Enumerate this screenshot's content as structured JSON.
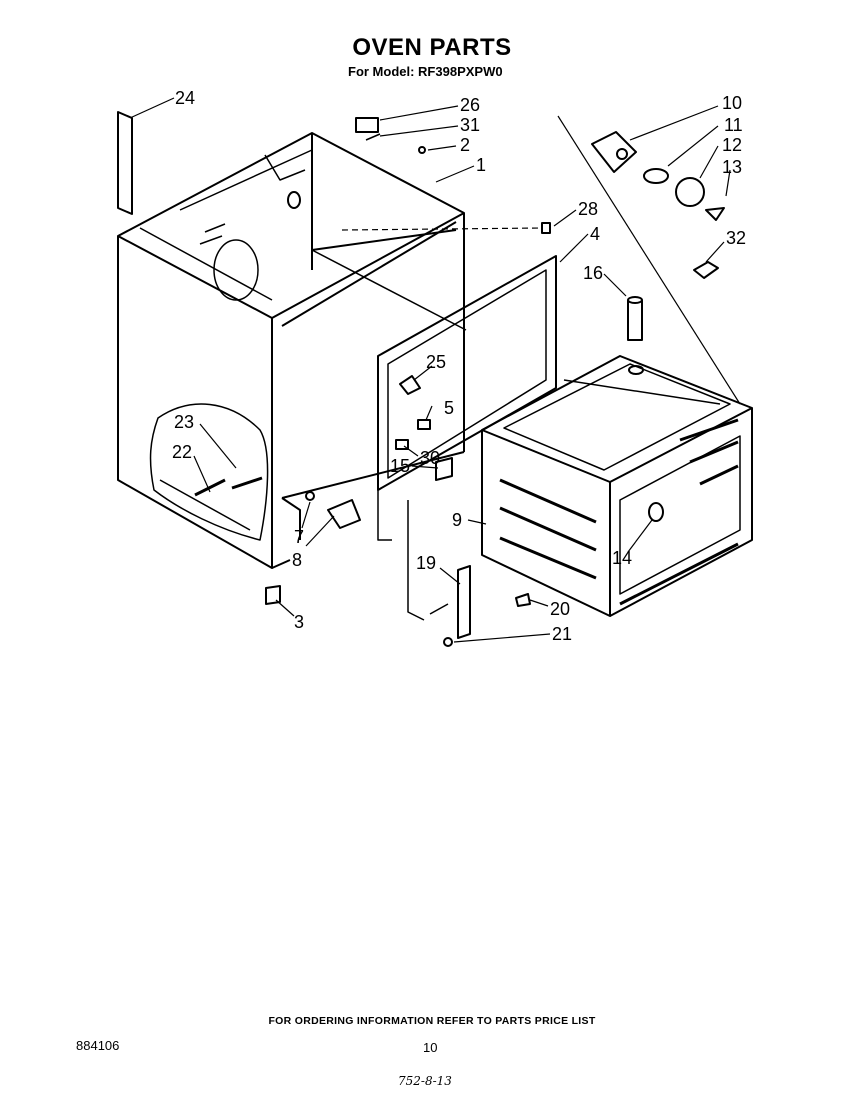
{
  "header": {
    "title": "OVEN PARTS",
    "model_line": "For Model: RF398PXPW0"
  },
  "footer": {
    "ordering_note": "FOR ORDERING INFORMATION REFER TO PARTS PRICE LIST",
    "catalog_number": "884106",
    "page_number": "10",
    "handwritten_code": "752-8-13"
  },
  "callouts": {
    "c1": "1",
    "c2": "2",
    "c3": "3",
    "c4": "4",
    "c5": "5",
    "c7": "7",
    "c8": "8",
    "c9": "9",
    "c10": "10",
    "c11": "11",
    "c12": "12",
    "c13": "13",
    "c14": "14",
    "c15": "15",
    "c16": "16",
    "c19": "19",
    "c20": "20",
    "c21": "21",
    "c22": "22",
    "c23": "23",
    "c24": "24",
    "c25": "25",
    "c26": "26",
    "c28": "28",
    "c30": "30",
    "c31": "31",
    "c32": "32"
  }
}
